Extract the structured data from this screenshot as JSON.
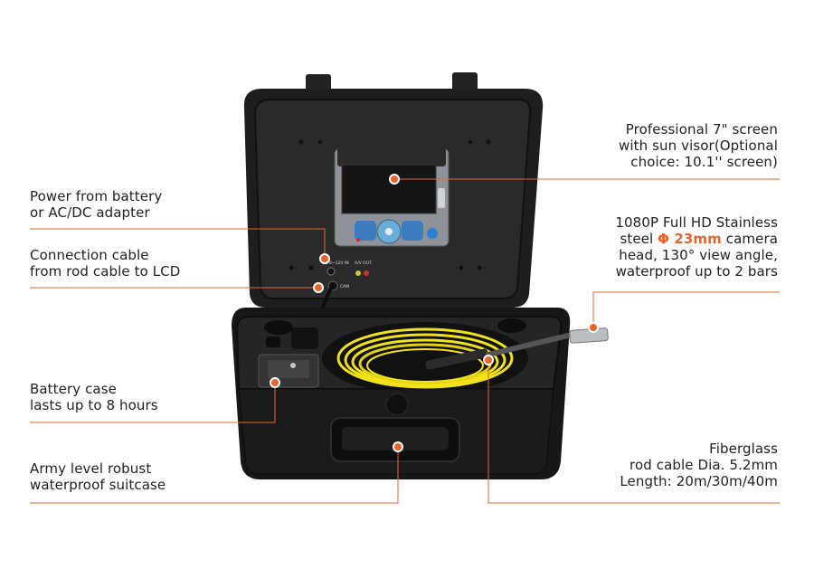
{
  "annotations": {
    "screen": {
      "line1": "Professional 7\" screen",
      "line2": "with sun visor(Optional",
      "line3": "choice: 10.1'' screen)"
    },
    "power": {
      "line1": "Power from battery",
      "line2": "or AC/DC adapter"
    },
    "connection": {
      "line1": "Connection cable",
      "line2": "from rod cable to LCD"
    },
    "camera": {
      "line1": "1080P Full HD Stainless",
      "line2_pre": "steel ",
      "line2_accent": "Φ 23mm",
      "line2_post": " camera",
      "line3": "head, 130° view angle,",
      "line4": "waterproof up to 2 bars"
    },
    "battery": {
      "line1": "Battery case",
      "line2": "lasts up to 8 hours"
    },
    "suitcase": {
      "line1": "Army level robust",
      "line2": "waterproof suitcase"
    },
    "cable": {
      "line1": "Fiberglass",
      "line2": "rod cable Dia. 5.2mm",
      "line3": "Length: 20m/30m/40m"
    }
  },
  "panel_labels": {
    "power_port": "DC 8~12V IN",
    "av_port": "A/V OUT",
    "cam_port": "CAM"
  },
  "colors": {
    "accent": "#e8642c",
    "case": "#1c1c1c",
    "cable": "#f2e21a",
    "screen_bezel": "#8d9399"
  }
}
